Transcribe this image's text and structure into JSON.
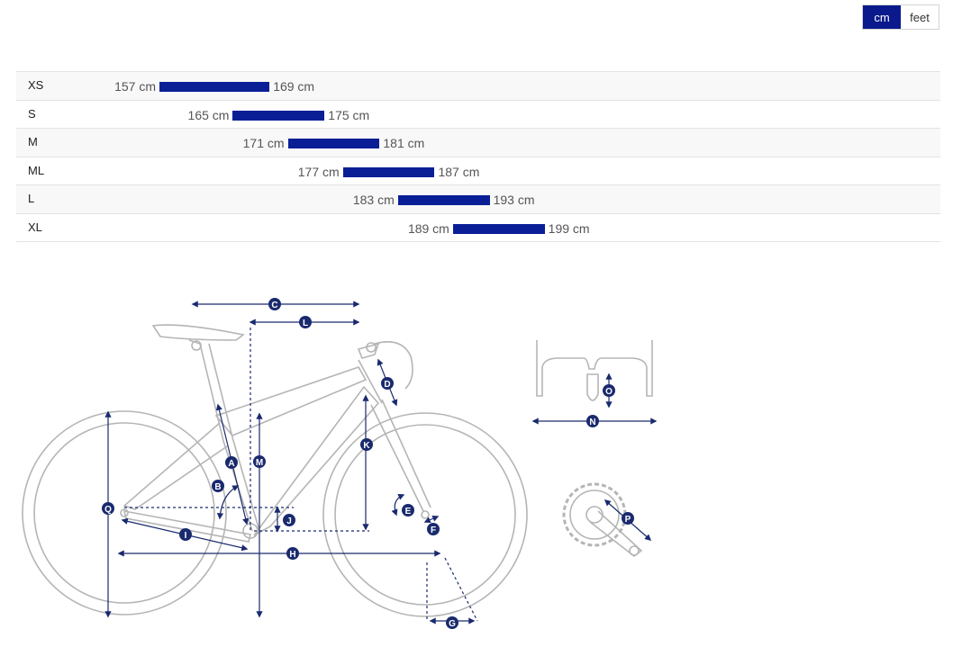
{
  "units": {
    "options": [
      {
        "label": "cm",
        "active": true
      },
      {
        "label": "feet",
        "active": false
      }
    ]
  },
  "size_chart": {
    "rows": [
      {
        "size": "XS",
        "min": 157,
        "max": 169,
        "min_label": "157 cm",
        "max_label": "169 cm"
      },
      {
        "size": "S",
        "min": 165,
        "max": 175,
        "min_label": "165 cm",
        "max_label": "175 cm"
      },
      {
        "size": "M",
        "min": 171,
        "max": 181,
        "min_label": "171 cm",
        "max_label": "181 cm"
      },
      {
        "size": "ML",
        "min": 177,
        "max": 187,
        "min_label": "177 cm",
        "max_label": "187 cm"
      },
      {
        "size": "L",
        "min": 183,
        "max": 193,
        "min_label": "183 cm",
        "max_label": "193 cm"
      },
      {
        "size": "XL",
        "min": 189,
        "max": 199,
        "min_label": "189 cm",
        "max_label": "199 cm"
      }
    ],
    "bar_color": "#0a1f96"
  },
  "geometry_diagram": {
    "marker_color": "#1a2a6e",
    "labels": {
      "A": "A",
      "B": "B",
      "C": "C",
      "D": "D",
      "E": "E",
      "F": "F",
      "G": "G",
      "H": "H",
      "I": "I",
      "J": "J",
      "K": "K",
      "L": "L",
      "M": "M",
      "N": "N",
      "O": "O",
      "P": "P",
      "Q": "Q"
    }
  }
}
